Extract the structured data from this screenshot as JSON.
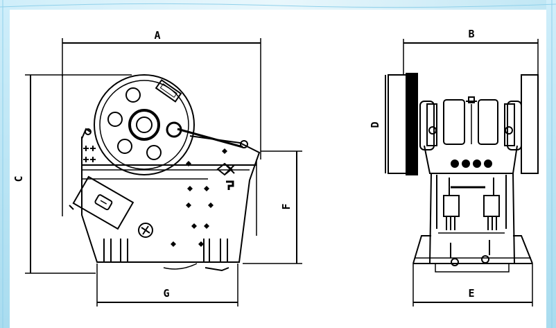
{
  "side_view": {
    "dimensions": {
      "A": "A",
      "C": "C",
      "F": "F",
      "G": "G"
    }
  },
  "front_view": {
    "dimensions": {
      "B": "B",
      "D": "D",
      "E": "E"
    }
  },
  "colors": {
    "line": "#000000",
    "background": "#ffffff",
    "border_accent": "#bfe6f4"
  }
}
